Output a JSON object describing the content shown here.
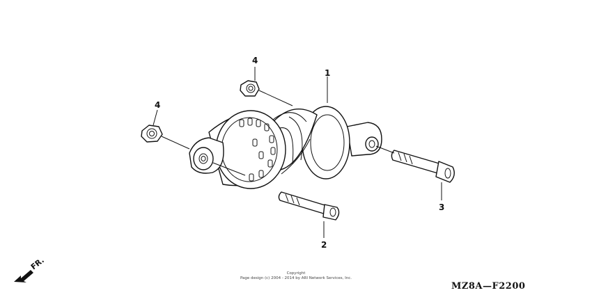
{
  "callouts": {
    "shock_absorber": "1",
    "lower_bolt": "2",
    "upper_bolt": "3",
    "nut_upper": "4",
    "nut_left": "4"
  },
  "front_indicator": "FR.",
  "copyright": {
    "line1": "Copyright",
    "line2": "Page design (c) 2004 - 2014 by ARI Network Services, Inc."
  },
  "diagram_code": "MZ8A—F2200",
  "icons": [
    "front-direction-arrow-icon"
  ]
}
